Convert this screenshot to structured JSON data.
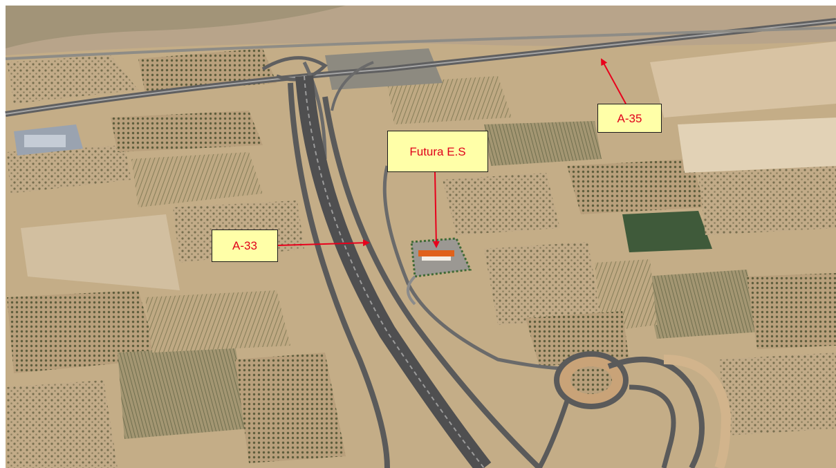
{
  "map": {
    "type": "aerial-3d-view",
    "feature_icons": [
      "highway-icon",
      "interchange-roundabout-icon",
      "service-station-icon"
    ]
  },
  "callouts": {
    "a35": {
      "label": "A-35"
    },
    "service_station": {
      "label": "Futura E.S"
    },
    "a33": {
      "label": "A-33"
    }
  },
  "colors": {
    "callout_fill": "#ffffa8",
    "callout_text": "#e0001a",
    "arrow": "#e8001c"
  }
}
